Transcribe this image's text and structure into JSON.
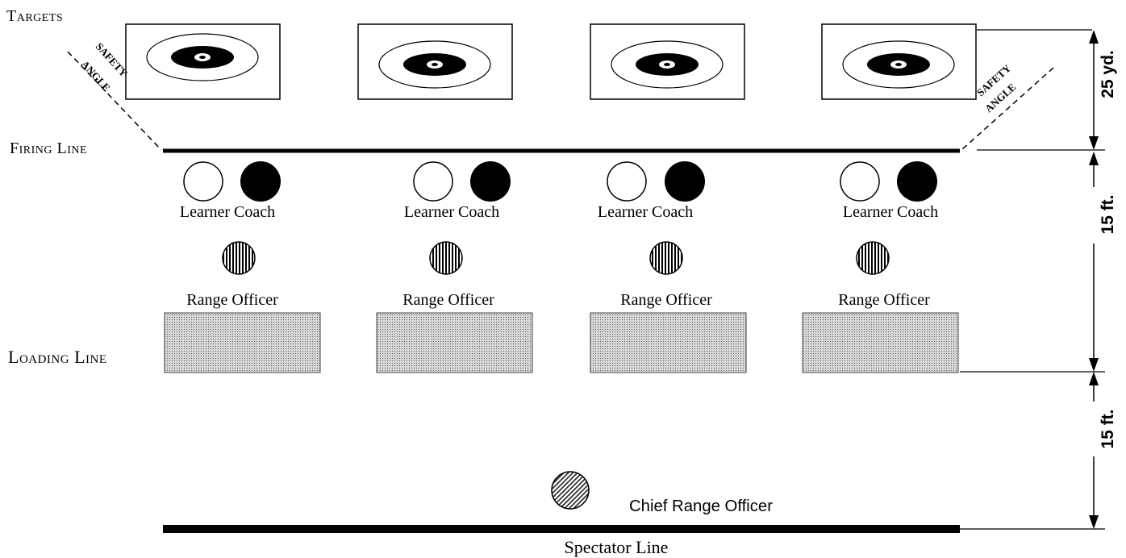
{
  "labels": {
    "targets": "Targets",
    "firing_line": "Firing Line",
    "loading_line": "Loading Line",
    "spectator_line": "Spectator Line",
    "chief_range_officer": "Chief Range Officer",
    "safety_angle_1": "SAFETY",
    "safety_angle_2": "ANGLE"
  },
  "dimensions": {
    "targets_to_firing": "25 yd.",
    "firing_to_loading": "15 ft.",
    "loading_to_spectator": "15 ft."
  },
  "lanes": [
    {
      "learner_coach": "Learner Coach",
      "range_officer": "Range Officer"
    },
    {
      "learner_coach": "Learner Coach",
      "range_officer": "Range Officer"
    },
    {
      "learner_coach": "Learner Coach",
      "range_officer": "Range Officer"
    },
    {
      "learner_coach": "Learner Coach",
      "range_officer": "Range Officer"
    }
  ]
}
